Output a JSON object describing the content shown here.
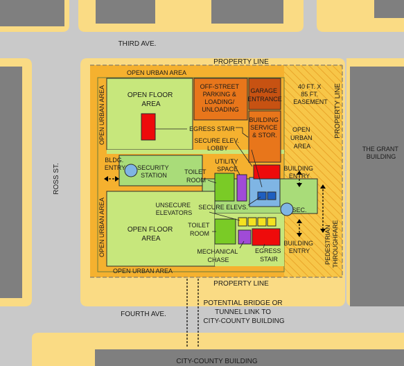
{
  "streets": {
    "third_ave": "THIRD AVE.",
    "fourth_ave": "FOURTH AVE.",
    "ross_st": "ROSS ST."
  },
  "labels": {
    "property_line_top": "PROPERTY LINE",
    "property_line_bottom": "PROPERTY LINE",
    "property_line_right": "PROPERTY LINE",
    "open_urban_top": "OPEN URBAN AREA",
    "open_urban_bottom": "OPEN URBAN AREA",
    "open_urban_left_upper": "OPEN URBAN AREA",
    "open_urban_left_lower": "OPEN URBAN AREA",
    "open_urban_right": [
      "OPEN",
      "URBAN",
      "AREA"
    ],
    "open_floor_upper": [
      "OPEN FLOOR",
      "AREA"
    ],
    "open_floor_lower": [
      "OPEN FLOOR",
      "AREA"
    ],
    "offstreet_parking": [
      "OFF-STREET",
      "PARKING &",
      "LOADING/",
      "UNLOADING"
    ],
    "garage_entrance": [
      "GARAGE",
      "ENTRANCE"
    ],
    "easement": [
      "40 FT. X",
      "85 FT.",
      "EASEMENT"
    ],
    "building_service": [
      "BUILDING",
      "SERVICE",
      "& STOR."
    ],
    "egress_stair_upper": "EGRESS STAIR",
    "secure_elev_lobby": [
      "SECURE ELEV.",
      "LOBBY"
    ],
    "utility_space": [
      "UTILITY",
      "SPACE"
    ],
    "bldg_entry_left": [
      "BLDG.",
      "ENTRY"
    ],
    "security_station": [
      "SECURITY",
      "STATION"
    ],
    "toilet_room_upper": [
      "TOILET",
      "ROOM"
    ],
    "building_entry_upper": [
      "BUILDING",
      "ENTRY"
    ],
    "secure_elevs": "SECURE ELEVS.",
    "sec": "SEC.",
    "unsecure_elevators": [
      "UNSECURE",
      "ELEVATORS"
    ],
    "toilet_room_lower": [
      "TOILET",
      "ROOM"
    ],
    "mechanical_chase": [
      "MECHANICAL",
      "CHASE"
    ],
    "egress_stair_lower": [
      "EGRESS",
      "STAIR"
    ],
    "building_entry_lower": [
      "BUILDING",
      "ENTRY"
    ],
    "pedestrian_throughfare": [
      "PEDESTRIAN",
      "THROUGHFARE"
    ],
    "grant_building": [
      "THE GRANT",
      "BUILDING"
    ],
    "bridge_note": [
      "POTENTIAL BRIDGE OR",
      "TUNNEL LINK TO",
      "CITY-COUNTY BUILDING"
    ],
    "city_county_building": "CITY-COUNTY BUILDING"
  },
  "colors": {
    "street": "#c9c9c9",
    "sidewalk": "#fadb84",
    "building": "#7f7f7f",
    "site": "#f5b12f",
    "floor": "#c7e77c",
    "lobby": "#a9dc79",
    "parking": "#e8761b",
    "garage": "#c75212",
    "egress": "#ee0b0b",
    "toilet": "#7acb26",
    "utility": "#a04bd7",
    "elevator": "#7fb5e4",
    "secure_elev": "#1f5fc0",
    "unsecure_elev": "#f4e220",
    "station": "#7fb5e4"
  }
}
